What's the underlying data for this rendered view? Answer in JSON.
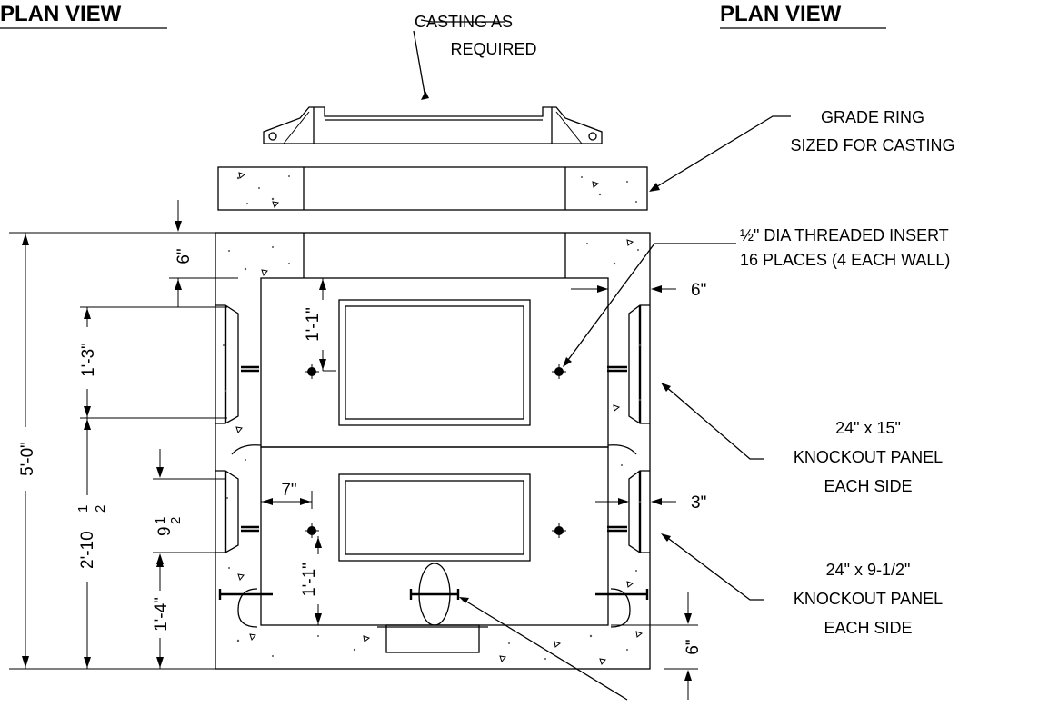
{
  "titles": {
    "left": "PLAN VIEW",
    "right": "PLAN VIEW"
  },
  "callouts": {
    "casting": [
      "CASTING AS",
      "REQUIRED"
    ],
    "grade_ring": [
      "GRADE RING",
      "SIZED FOR CASTING"
    ],
    "insert": [
      "½\" DIA THREADED INSERT",
      "16 PLACES (4 EACH WALL)"
    ],
    "knockout_large": [
      "24\" x 15\"",
      "KNOCKOUT PANEL",
      "EACH SIDE"
    ],
    "knockout_small": [
      "24\" x 9-1/2\"",
      "KNOCKOUT PANEL",
      "EACH SIDE"
    ]
  },
  "dimensions": {
    "overall_height": "5'-0\"",
    "top_wall": "6\"",
    "upper_offset": "1'-3\"",
    "lower_offset_whole": "2'-10",
    "lower_offset_frac_num": "1",
    "lower_offset_frac_den": "2",
    "small_panel_whole": "9",
    "small_panel_frac_num": "1",
    "small_panel_frac_den": "2",
    "bottom_offset": "1'-4\"",
    "insert_upper": "1'-1\"",
    "insert_lower": "1'-1\"",
    "insert_side": "7\"",
    "right_wall_upper": "6\"",
    "right_wall_lower": "3\"",
    "bottom_wall": "6\""
  },
  "icons": {
    "insert_marker": "threaded-insert-crosshair-icon",
    "concrete": "concrete-aggregate-hatch"
  }
}
